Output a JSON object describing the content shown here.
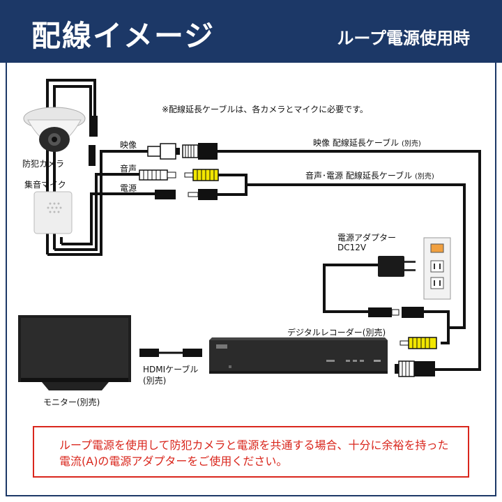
{
  "header": {
    "title": "配線イメージ",
    "subtitle": "ループ電源使用時"
  },
  "note_top": "※配線延長ケーブルは、各カメラとマイクに必要です。",
  "devices": {
    "camera_label": "防犯カメラ",
    "mic_label": "集音マイク",
    "monitor_label": "モニター(別売)",
    "recorder_label": "デジタルレコーダー(別売)",
    "hdmi_label_line1": "HDMIケーブル",
    "hdmi_label_line2": "(別売)",
    "adapter_label_line1": "電源アダプター",
    "adapter_label_line2": "DC12V"
  },
  "connectors": {
    "video": "映像",
    "audio": "音声",
    "power": "電源"
  },
  "cables": {
    "video_ext_main": "映像 配線延長ケーブル",
    "video_ext_sub": "(別売)",
    "av_power_ext_main": "音声･電源 配線延長ケーブル",
    "av_power_ext_sub": "(別売)"
  },
  "warning": "ループ電源を使用して防犯カメラと電源を共通する場合、十分に余裕を持った電流(A)の電源アダプターをご使用ください。",
  "colors": {
    "header_bg": "#1c3867",
    "warning_red": "#d9261c",
    "rca_yellow": "#f2e600",
    "outlet_orange": "#f0a040"
  }
}
